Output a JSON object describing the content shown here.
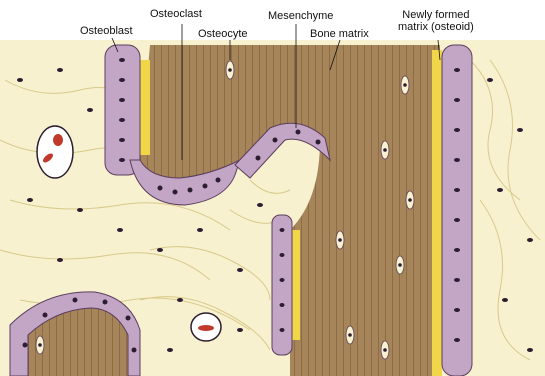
{
  "labels": {
    "osteoblast": "Osteoblast",
    "osteoclast": "Osteoclast",
    "osteocyte": "Osteocyte",
    "mesenchyme": "Mesenchyme",
    "bone_matrix": "Bone matrix",
    "newly_formed_line1": "Newly formed",
    "newly_formed_line2": "matrix (osteoid)"
  },
  "colors": {
    "mesenchyme": "#f7f1cf",
    "fiber": "#d9c98a",
    "bone_matrix": "#a7855a",
    "bone_stripe": "#8d6c44",
    "cell_layer": "#c3a6c6",
    "cell_outline": "#5a3d5c",
    "nucleus": "#2d1d30",
    "osteoid": "#f2d64a",
    "vessel_cell": "#c0392b"
  }
}
